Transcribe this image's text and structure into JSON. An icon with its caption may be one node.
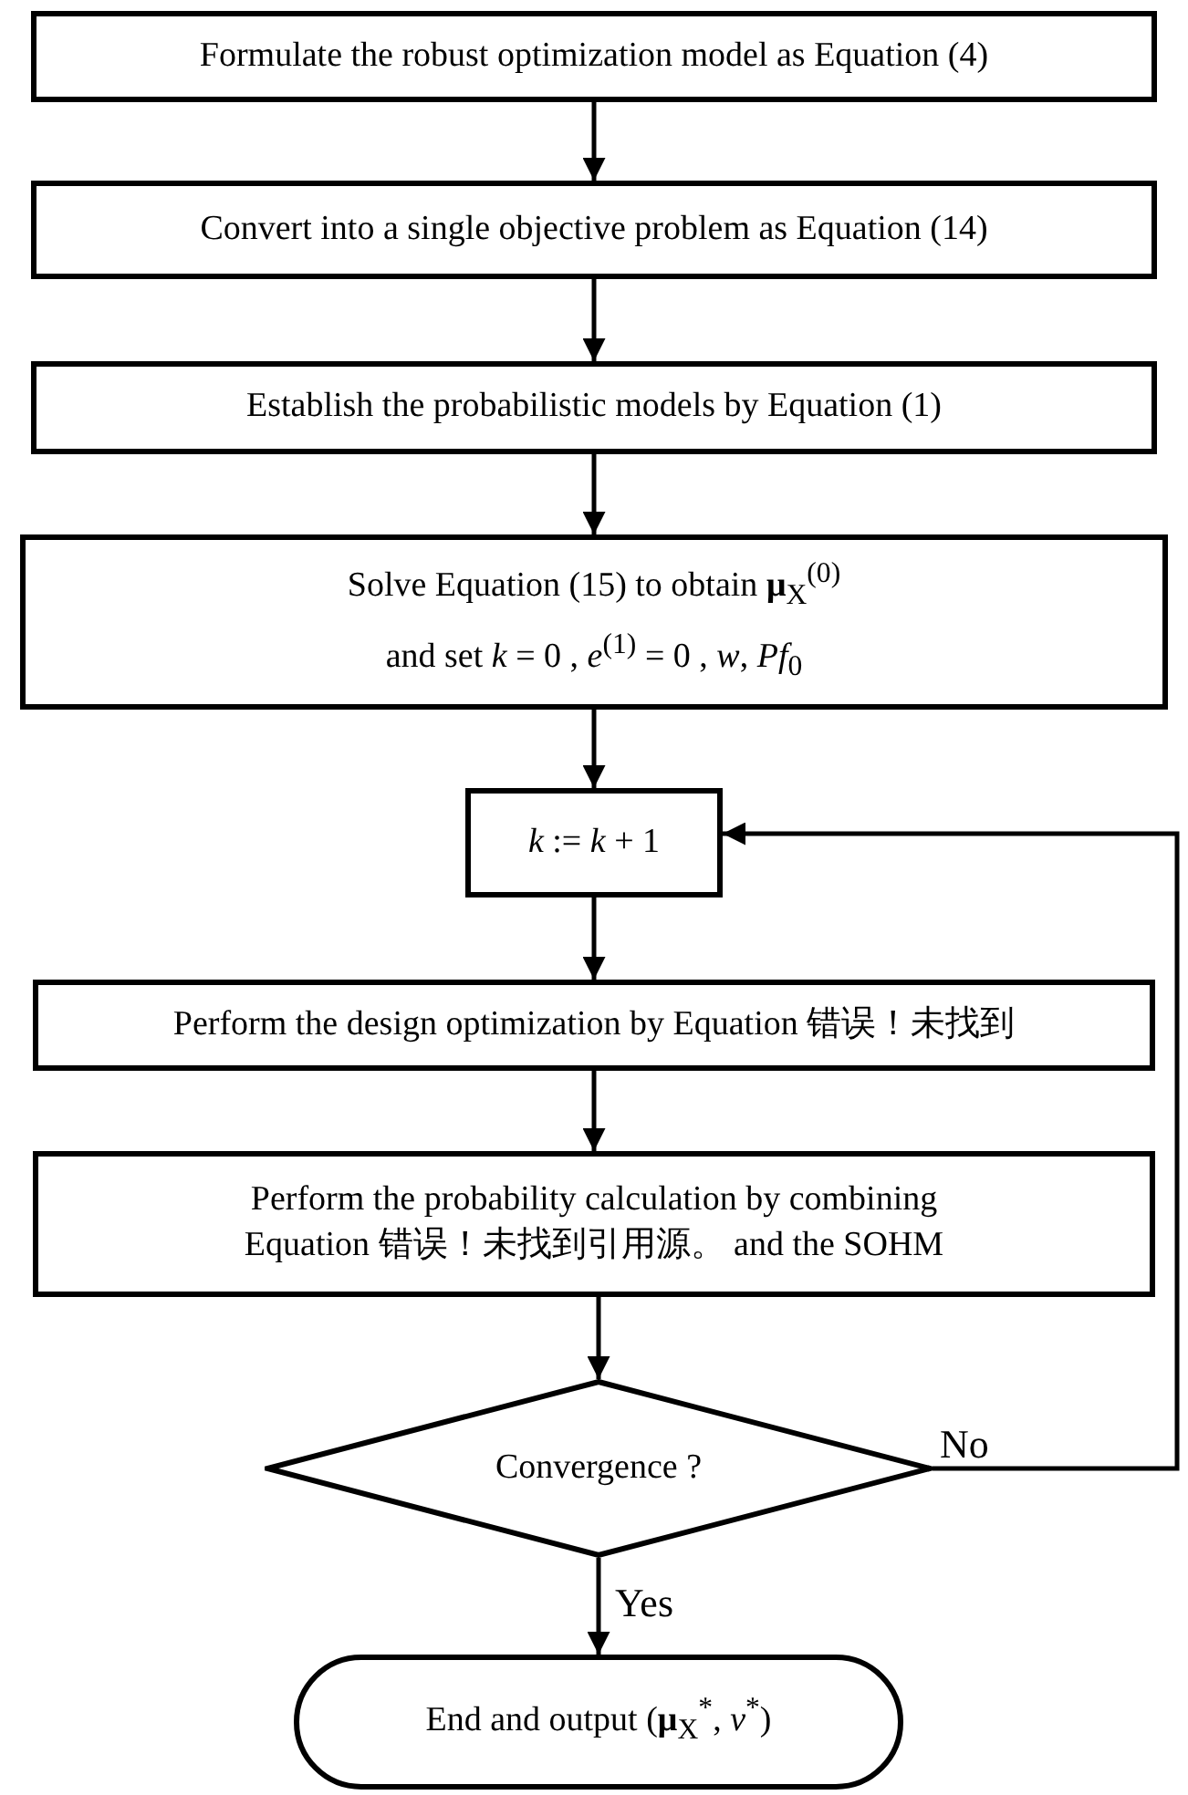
{
  "diagram": {
    "nodes": [
      {
        "text": [
          "Formulate the robust optimization model as Equation (4)"
        ]
      },
      {
        "text": [
          "Convert into a single objective problem as Equation (14)"
        ]
      },
      {
        "text": [
          "Establish the probabilistic models by Equation (1)"
        ]
      },
      {
        "text": [
          "Solve Equation (15) to obtain **μ**$_{X}$$^{(0)}$",
          "and set *k* = 0 , *e*$^{(1)}$ = 0 , *w*, *Pf*$_{0}$"
        ]
      },
      {
        "text": [
          "*k* := *k* + 1"
        ]
      },
      {
        "text": [
          "Perform the design optimization by Equation 错误！未找到"
        ]
      },
      {
        "text": [
          "Perform the probability calculation by combining Equation 错误！未找到引用源。 and the SOHM"
        ]
      },
      {
        "text": [
          "Convergence ?"
        ]
      },
      {
        "text": [
          "End and output (**μ**$_{X}$$^{*}$, *v*$^{*}$)"
        ]
      }
    ],
    "edges": [
      {
        "from": 0,
        "to": 1,
        "arrow": "to"
      },
      {
        "from": 1,
        "to": 2,
        "arrow": "to"
      },
      {
        "from": 2,
        "to": 3,
        "arrow": "to"
      },
      {
        "from": 3,
        "to": 4,
        "arrow": "to"
      },
      {
        "from": 4,
        "to": 5,
        "arrow": "to"
      },
      {
        "from": 5,
        "to": 6,
        "arrow": "to"
      },
      {
        "from": 6,
        "to": 7,
        "arrow": "to"
      },
      {
        "from": 7,
        "to": 8,
        "arrow": "to",
        "label": "Yes"
      },
      {
        "from": 7,
        "to": 4,
        "arrow": "to",
        "label": "No"
      }
    ]
  }
}
